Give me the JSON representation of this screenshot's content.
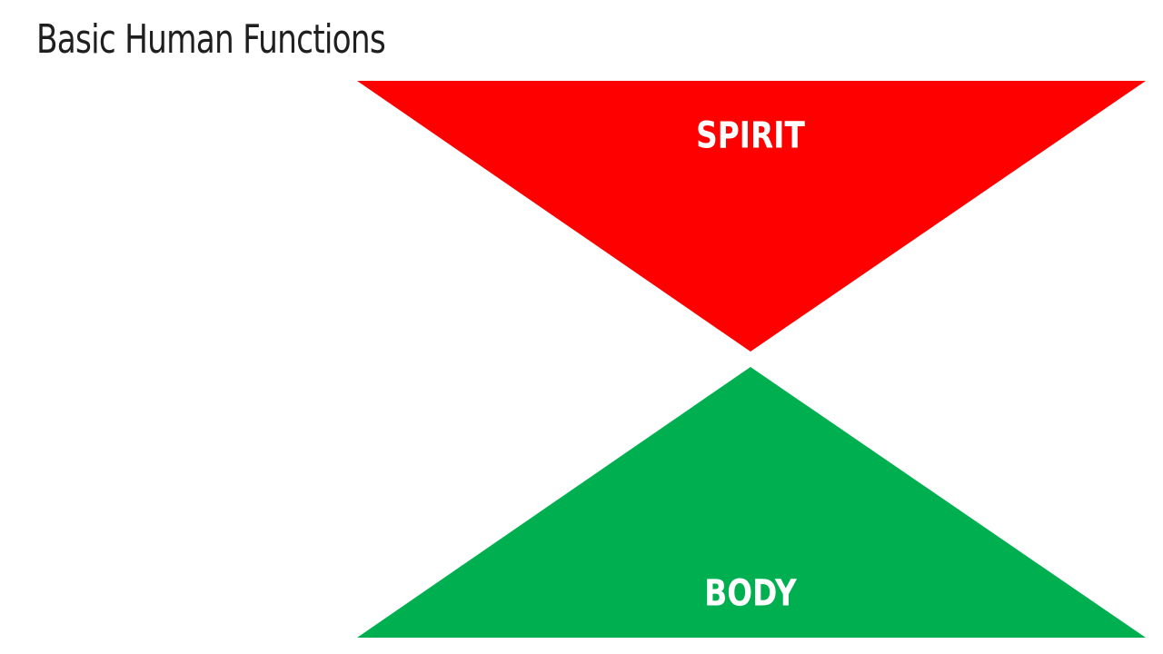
{
  "slide": {
    "title": "Basic Human Functions"
  },
  "diagram": {
    "top_triangle": {
      "label": "SPIRIT",
      "color": "#ff0000",
      "orientation": "pointing-down"
    },
    "bottom_triangle": {
      "label": "BODY",
      "color": "#00b050",
      "orientation": "pointing-up"
    },
    "label_color": "#ffffff"
  }
}
